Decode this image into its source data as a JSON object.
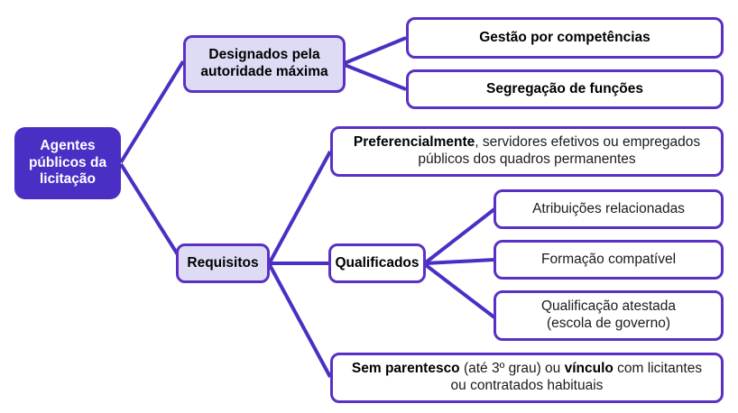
{
  "diagram": {
    "title": "Agentes públicos da licitação",
    "type": "mind-map",
    "colors": {
      "root_fill": "#4b2fc4",
      "branch_fill": "#dedcf5",
      "leaf_fill": "#ffffff",
      "border": "#5b30c4",
      "connector": "#4b2fc4",
      "root_text": "#ffffff",
      "node_text": "#000000",
      "background": "#ffffff"
    },
    "nodes": {
      "root": {
        "id": "agentes-publicos",
        "line1": "Agentes",
        "line2": "públicos da",
        "line3": "licitação"
      },
      "designados": {
        "id": "designados-autoridade-maxima",
        "line1": "Designados pela",
        "line2": "autoridade máxima"
      },
      "gestao": {
        "id": "gestao-por-competencias",
        "text": "Gestão por competências"
      },
      "segregacao": {
        "id": "segregacao-de-funcoes",
        "text": "Segregação de funções"
      },
      "requisitos": {
        "id": "requisitos",
        "text": "Requisitos"
      },
      "preferencialmente": {
        "id": "preferencialmente",
        "bold1": "Preferencialmente",
        "rest1": ", servidores efetivos ou empregados",
        "line2": "públicos dos quadros permanentes"
      },
      "qualificados": {
        "id": "qualificados",
        "text": "Qualificados"
      },
      "atribuicoes": {
        "id": "atribuicoes-relacionadas",
        "text": "Atribuições relacionadas"
      },
      "formacao": {
        "id": "formacao-compativel",
        "text": "Formação compatível"
      },
      "qualificacao": {
        "id": "qualificacao-atestada",
        "line1": "Qualificação atestada",
        "line2": "(escola de governo)"
      },
      "parentesco": {
        "id": "sem-parentesco",
        "bold1": "Sem parentesco",
        "mid1": " (até 3º grau) ou ",
        "bold2": "vínculo",
        "rest1": " com licitantes",
        "line2": "ou contratados habituais"
      }
    }
  }
}
